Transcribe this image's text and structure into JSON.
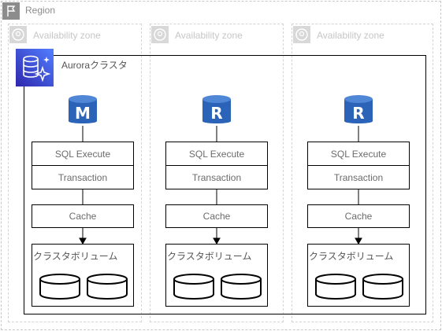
{
  "region": {
    "label": "Region"
  },
  "availability_zones": [
    {
      "label": "Availability zone"
    },
    {
      "label": "Availability zone"
    },
    {
      "label": "Availability zone"
    }
  ],
  "cluster": {
    "label": "Auroraクラスタ"
  },
  "instances": [
    {
      "badge": "M",
      "rows": [
        "SQL Execute",
        "Transaction"
      ],
      "cache": "Cache",
      "volume_label": "クラスタボリューム"
    },
    {
      "badge": "R",
      "rows": [
        "SQL Execute",
        "Transaction"
      ],
      "cache": "Cache",
      "volume_label": "クラスタボリューム"
    },
    {
      "badge": "R",
      "rows": [
        "SQL Execute",
        "Transaction"
      ],
      "cache": "Cache",
      "volume_label": "クラスタボリューム"
    }
  ],
  "colors": {
    "db_blue": "#2a63b8",
    "aurora_purple": "#4a3fd1"
  }
}
